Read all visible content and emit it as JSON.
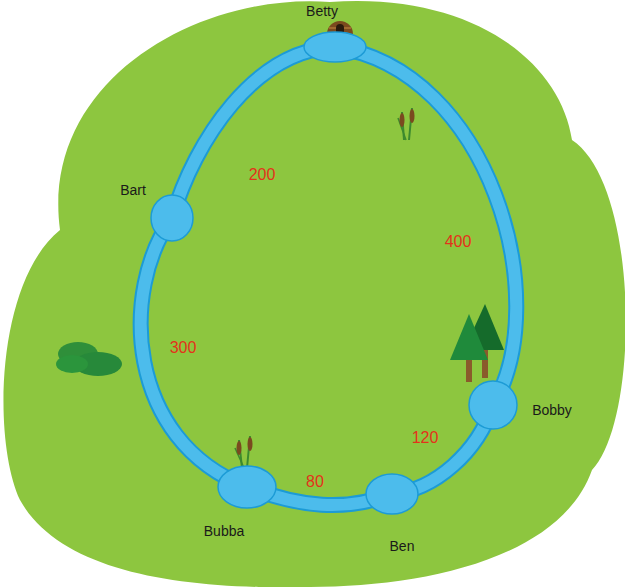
{
  "diagram": {
    "nodes": [
      {
        "text": [
          "Betty"
        ]
      },
      {
        "text": [
          "Bart"
        ]
      },
      {
        "text": [
          "Bubba"
        ]
      },
      {
        "text": [
          "Ben"
        ]
      },
      {
        "text": [
          "Bobby"
        ]
      }
    ],
    "edges": [
      {
        "from": 0,
        "to": 1,
        "label": "200",
        "arrow": "none"
      },
      {
        "from": 1,
        "to": 2,
        "label": "300",
        "arrow": "none"
      },
      {
        "from": 2,
        "to": 3,
        "label": "80",
        "arrow": "none"
      },
      {
        "from": 3,
        "to": 4,
        "label": "120",
        "arrow": "none"
      },
      {
        "from": 4,
        "to": 0,
        "label": "400",
        "arrow": "none"
      }
    ]
  }
}
